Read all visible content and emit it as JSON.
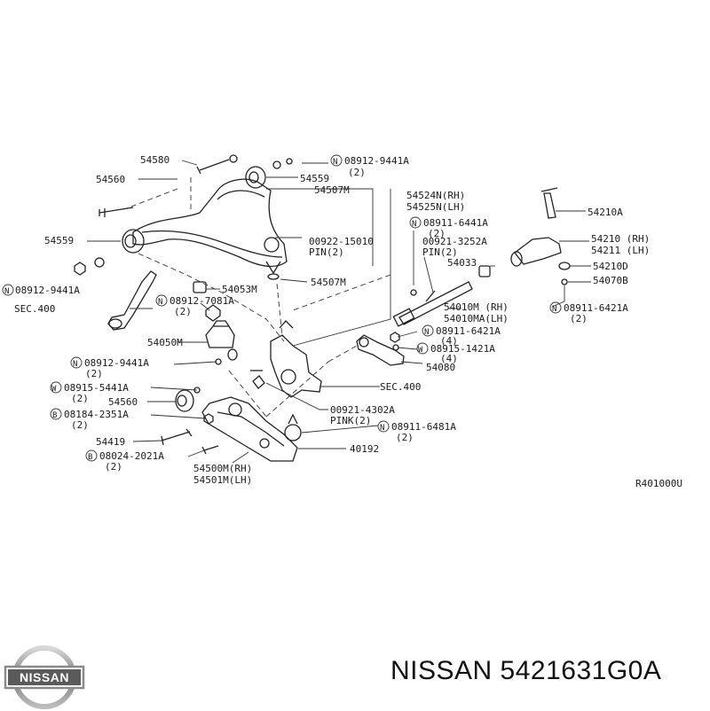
{
  "diagram": {
    "ref_code": "R401000U",
    "sec_400_a": "SEC.400",
    "sec_400_b": "SEC.400",
    "labels": {
      "p54580": "54580",
      "p54560a": "54560",
      "p54559a": "54559",
      "n_08912_9441a_top": "08912-9441A",
      "n_08912_9441a_top_qty": "(2)",
      "p54559b": "54559",
      "p54507m_top": "54507M",
      "p54524n": "54524N(RH)",
      "p54525n": "54525N(LH)",
      "n_08911_6441a": "08911-6441A",
      "n_08911_6441a_qty": "(2)",
      "p00922": "00922-15010",
      "pin2_a": "PIN(2)",
      "p00921_3252a": "00921-3252A",
      "pin2_b": "PIN(2)",
      "p54210a": "54210A",
      "p54210rh": "54210 (RH)",
      "p54211lh": "54211 (LH)",
      "p54033": "54033",
      "p54210d": "54210D",
      "p54070b": "54070B",
      "n_08912_9441a_left": "08912-9441A",
      "p54053m": "54053M",
      "p54507m_mid": "54507M",
      "n_08912_7081a": "08912-7081A",
      "n_08912_7081a_qty": "(2)",
      "p54010m": "54010M (RH)",
      "p54010ma": "54010MA(LH)",
      "n_08911_6421a_right": "08911-6421A",
      "n_08911_6421a_right_qty": "(2)",
      "p54050m": "54050M",
      "n_08911_6421a_mid": "08911-6421A",
      "n_08911_6421a_mid_qty": "(4)",
      "w_08915_1421a": "08915-1421A",
      "w_08915_1421a_qty": "(4)",
      "n_08912_9441a_low": "08912-9441A",
      "n_08912_9441a_low_qty": "(2)",
      "p54080": "54080",
      "w_08915_5441a": "08915-5441A",
      "w_08915_5441a_qty": "(2)",
      "p54560b": "54560",
      "p00921_4302a": "00921-4302A",
      "pin2_c": "PINK(2)",
      "b_08184_2351a": "08184-2351A",
      "b_08184_2351a_qty": "(2)",
      "n_08911_6481a": "08911-6481A",
      "n_08911_6481a_qty": "(2)",
      "p54419": "54419",
      "p40192": "40192",
      "b_08024_2021a": "08024-2021A",
      "b_08024_2021a_qty": "(2)",
      "p54500m": "54500M(RH)",
      "p54501m": "54501M(LH)"
    },
    "symbols": {
      "nut": "N",
      "washer": "W",
      "bolt": "B"
    }
  },
  "footer": {
    "brand": "NISSAN",
    "part_number": "5421631G0A",
    "caption": "NISSAN 5421631G0A"
  },
  "logo": {
    "text": "NISSAN",
    "color": "#5a5a5a"
  }
}
